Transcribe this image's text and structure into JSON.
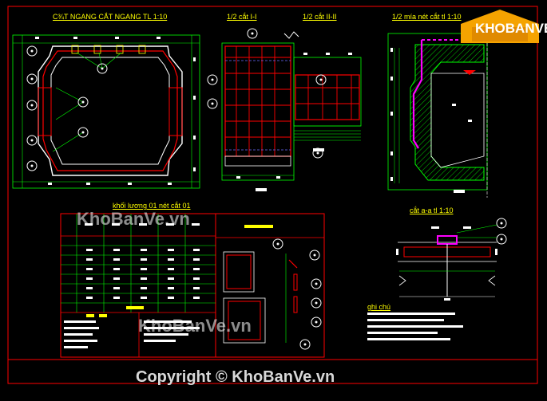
{
  "titles": {
    "plan": "C¾T NGANG CẮT NGANG TL 1:10",
    "section1": "1/2 cắt I-I",
    "section2": "1/2 cắt II-II",
    "half_view": "1/2 mía nét cắt tl 1:10",
    "quantity": "khối lương 01 nét cắt 01",
    "section_aa": "cắt a-a tl 1:10",
    "notes": "ghi chú"
  },
  "logo": {
    "text": "KHOBANVE"
  },
  "watermarks": [
    "KhoBanVe.vn",
    "KhoBanVe.vn"
  ],
  "copyright": "Copyright © KhoBanVe.vn",
  "colors": {
    "background": "#000000",
    "frame": "#ff0000",
    "dimension": "#00ff00",
    "text": "#ffff00",
    "rebar": "#ff0000",
    "hatch": "#00ff00",
    "highlight": "#ff00ff",
    "callout": "#ffffff",
    "logo_orange": "#f5a300"
  }
}
